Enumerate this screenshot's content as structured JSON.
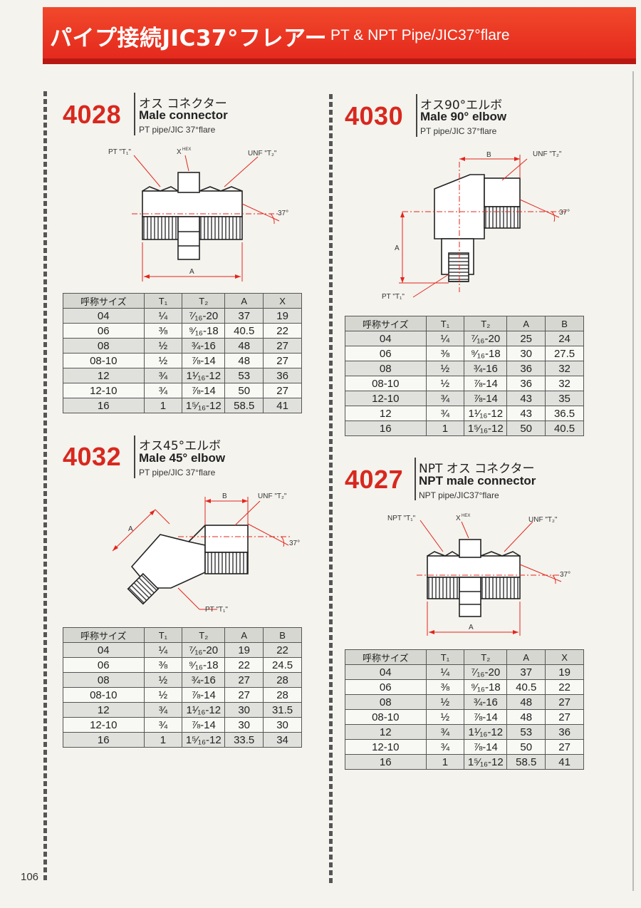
{
  "header": {
    "title_jp": "パイプ接続JIC37°フレアー",
    "title_en": "PT & NPT Pipe/JIC37°flare"
  },
  "page_number": "106",
  "sections": [
    {
      "code": "4028",
      "title_jp": "オス コネクター",
      "title_en": "Male connector",
      "subtitle": "PT pipe/JIC 37°flare",
      "labels": {
        "t1": "PT \"T₁\"",
        "hex": "X",
        "hex_sup": "HEX",
        "t2": "UNF \"T₂\"",
        "angle": "37°",
        "a": "A"
      },
      "headers": [
        "呼称サイズ",
        "T₁",
        "T₂",
        "A",
        "X"
      ],
      "rows": [
        [
          "04",
          "¼",
          "⁷⁄₁₆-20",
          "37",
          "19"
        ],
        [
          "06",
          "⅜",
          "⁹⁄₁₆-18",
          "40.5",
          "22"
        ],
        [
          "08",
          "½",
          "¾-16",
          "48",
          "27"
        ],
        [
          "08-10",
          "½",
          "⅞-14",
          "48",
          "27"
        ],
        [
          "12",
          "¾",
          "1¹⁄₁₆-12",
          "53",
          "36"
        ],
        [
          "12-10",
          "¾",
          "⅞-14",
          "50",
          "27"
        ],
        [
          "16",
          "1",
          "1⁵⁄₁₆-12",
          "58.5",
          "41"
        ]
      ]
    },
    {
      "code": "4030",
      "title_jp": "オス90°エルボ",
      "title_en": "Male 90° elbow",
      "subtitle": "PT pipe/JIC 37°flare",
      "labels": {
        "b": "B",
        "t2": "UNF \"T₂\"",
        "angle": "37°",
        "a": "A",
        "t1": "PT \"T₁\""
      },
      "headers": [
        "呼称サイズ",
        "T₁",
        "T₂",
        "A",
        "B"
      ],
      "rows": [
        [
          "04",
          "¼",
          "⁷⁄₁₆-20",
          "25",
          "24"
        ],
        [
          "06",
          "⅜",
          "⁹⁄₁₆-18",
          "30",
          "27.5"
        ],
        [
          "08",
          "½",
          "¾-16",
          "36",
          "32"
        ],
        [
          "08-10",
          "½",
          "⅞-14",
          "36",
          "32"
        ],
        [
          "12-10",
          "¾",
          "⅞-14",
          "43",
          "35"
        ],
        [
          "12",
          "¾",
          "1¹⁄₁₆-12",
          "43",
          "36.5"
        ],
        [
          "16",
          "1",
          "1⁵⁄₁₆-12",
          "50",
          "40.5"
        ]
      ]
    },
    {
      "code": "4032",
      "title_jp": "オス45°エルボ",
      "title_en": "Male 45° elbow",
      "subtitle": "PT pipe/JIC 37°flare",
      "labels": {
        "b": "B",
        "t2": "UNF \"T₂\"",
        "angle": "37°",
        "a": "A",
        "t1": "PT \"T₁\""
      },
      "headers": [
        "呼称サイズ",
        "T₁",
        "T₂",
        "A",
        "B"
      ],
      "rows": [
        [
          "04",
          "¼",
          "⁷⁄₁₆-20",
          "19",
          "22"
        ],
        [
          "06",
          "⅜",
          "⁹⁄₁₆-18",
          "22",
          "24.5"
        ],
        [
          "08",
          "½",
          "¾-16",
          "27",
          "28"
        ],
        [
          "08-10",
          "½",
          "⅞-14",
          "27",
          "28"
        ],
        [
          "12",
          "¾",
          "1¹⁄₁₆-12",
          "30",
          "31.5"
        ],
        [
          "12-10",
          "¾",
          "⅞-14",
          "30",
          "30"
        ],
        [
          "16",
          "1",
          "1⁵⁄₁₆-12",
          "33.5",
          "34"
        ]
      ]
    },
    {
      "code": "4027",
      "title_jp": "NPT オス コネクター",
      "title_en": "NPT male connector",
      "subtitle": "NPT pipe/JIC37°flare",
      "labels": {
        "t1": "NPT \"T₁\"",
        "hex": "X",
        "hex_sup": "HEX",
        "t2": "UNF \"T₂\"",
        "angle": "37°",
        "a": "A"
      },
      "headers": [
        "呼称サイズ",
        "T₁",
        "T₂",
        "A",
        "X"
      ],
      "rows": [
        [
          "04",
          "¼",
          "⁷⁄₁₆-20",
          "37",
          "19"
        ],
        [
          "06",
          "⅜",
          "⁹⁄₁₆-18",
          "40.5",
          "22"
        ],
        [
          "08",
          "½",
          "¾-16",
          "48",
          "27"
        ],
        [
          "08-10",
          "½",
          "⅞-14",
          "48",
          "27"
        ],
        [
          "12",
          "¾",
          "1¹⁄₁₆-12",
          "53",
          "36"
        ],
        [
          "12-10",
          "¾",
          "⅞-14",
          "50",
          "27"
        ],
        [
          "16",
          "1",
          "1⁵⁄₁₆-12",
          "58.5",
          "41"
        ]
      ]
    }
  ]
}
